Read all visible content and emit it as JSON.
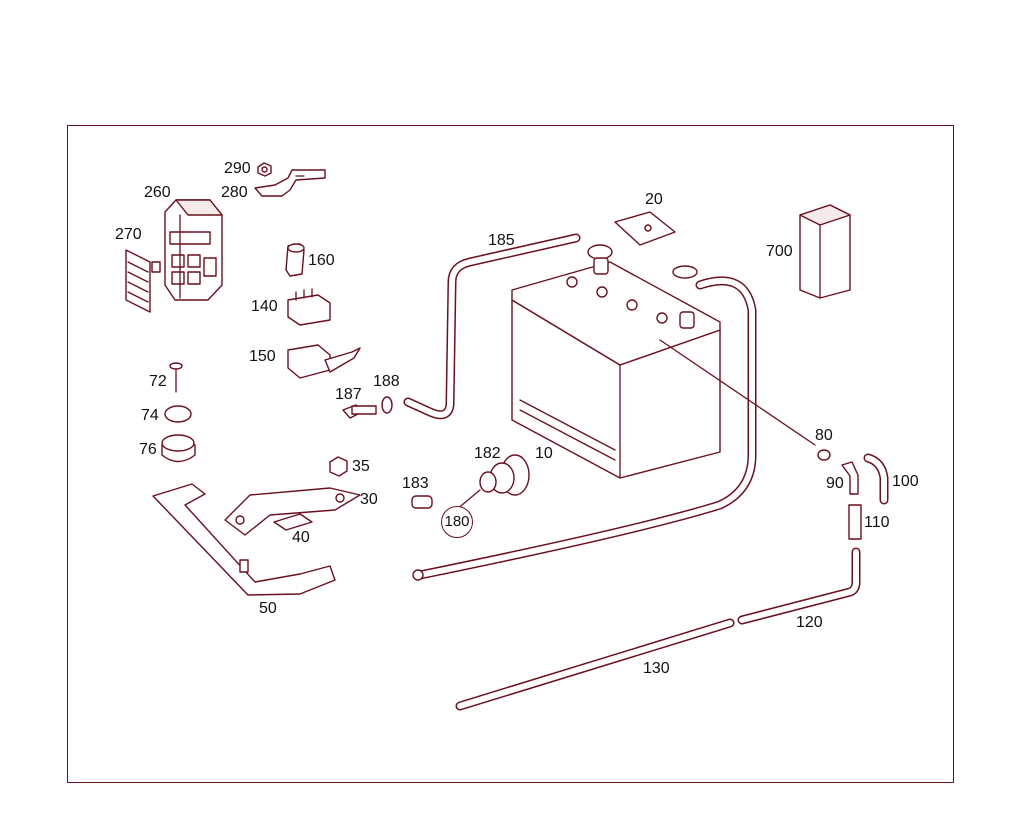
{
  "diagram": {
    "callouts": {
      "c290": "290",
      "c280": "280",
      "c260": "260",
      "c270": "270",
      "c20": "20",
      "c185": "185",
      "c160": "160",
      "c700": "700",
      "c140": "140",
      "c150": "150",
      "c72": "72",
      "c187": "187",
      "c188": "188",
      "c74": "74",
      "c76": "76",
      "c80": "80",
      "c182": "182",
      "c10": "10",
      "c35": "35",
      "c183": "183",
      "c90": "90",
      "c100": "100",
      "c30": "30",
      "c180": "180",
      "c110": "110",
      "c40": "40",
      "c50": "50",
      "c120": "120",
      "c130": "130"
    },
    "colors": {
      "line": "#6b0f1f",
      "label": "#111111",
      "background": "#ffffff"
    }
  }
}
